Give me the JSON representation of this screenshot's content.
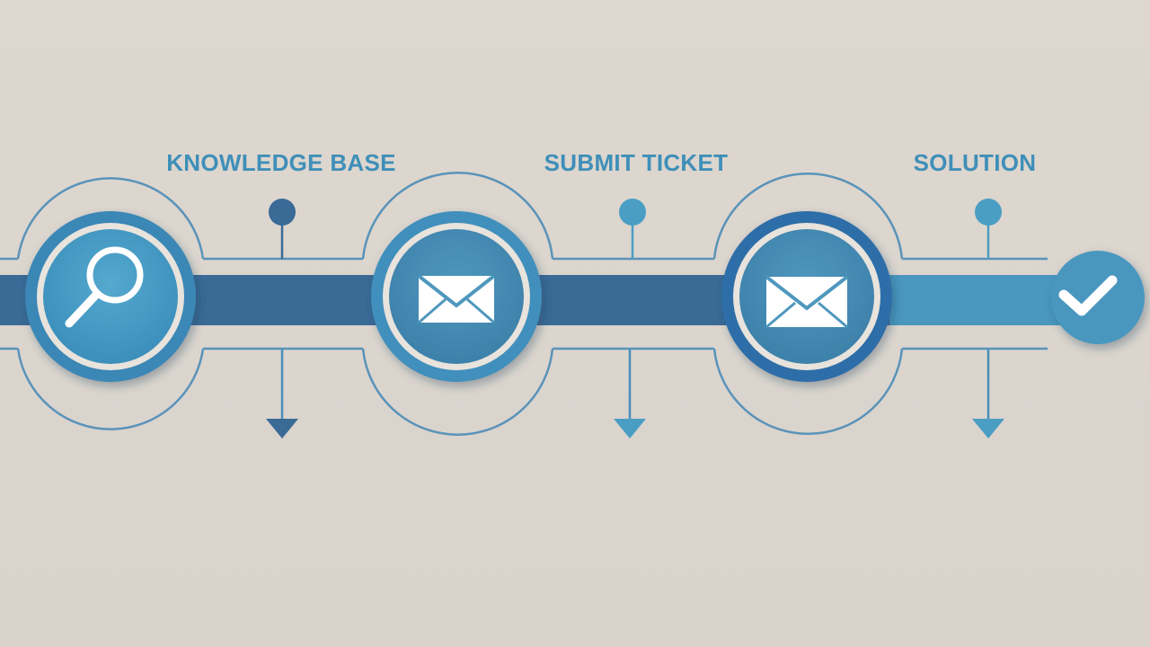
{
  "colors": {
    "background": "#dcd6cf",
    "dark_blue": "#3a6a96",
    "mid_blue": "#3f8fb8",
    "light_blue": "#4a9ec3",
    "line_blue": "#4a8fb8",
    "icon_white": "#ffffff"
  },
  "steps": [
    {
      "label": "KNOWLEDGE BASE",
      "icon": "magnifier-icon"
    },
    {
      "label": "SUBMIT TICKET",
      "icon": "envelope-icon"
    },
    {
      "label": "SOLUTION",
      "icon": "envelope-icon"
    }
  ],
  "end_marker": {
    "icon": "checkmark-icon"
  }
}
